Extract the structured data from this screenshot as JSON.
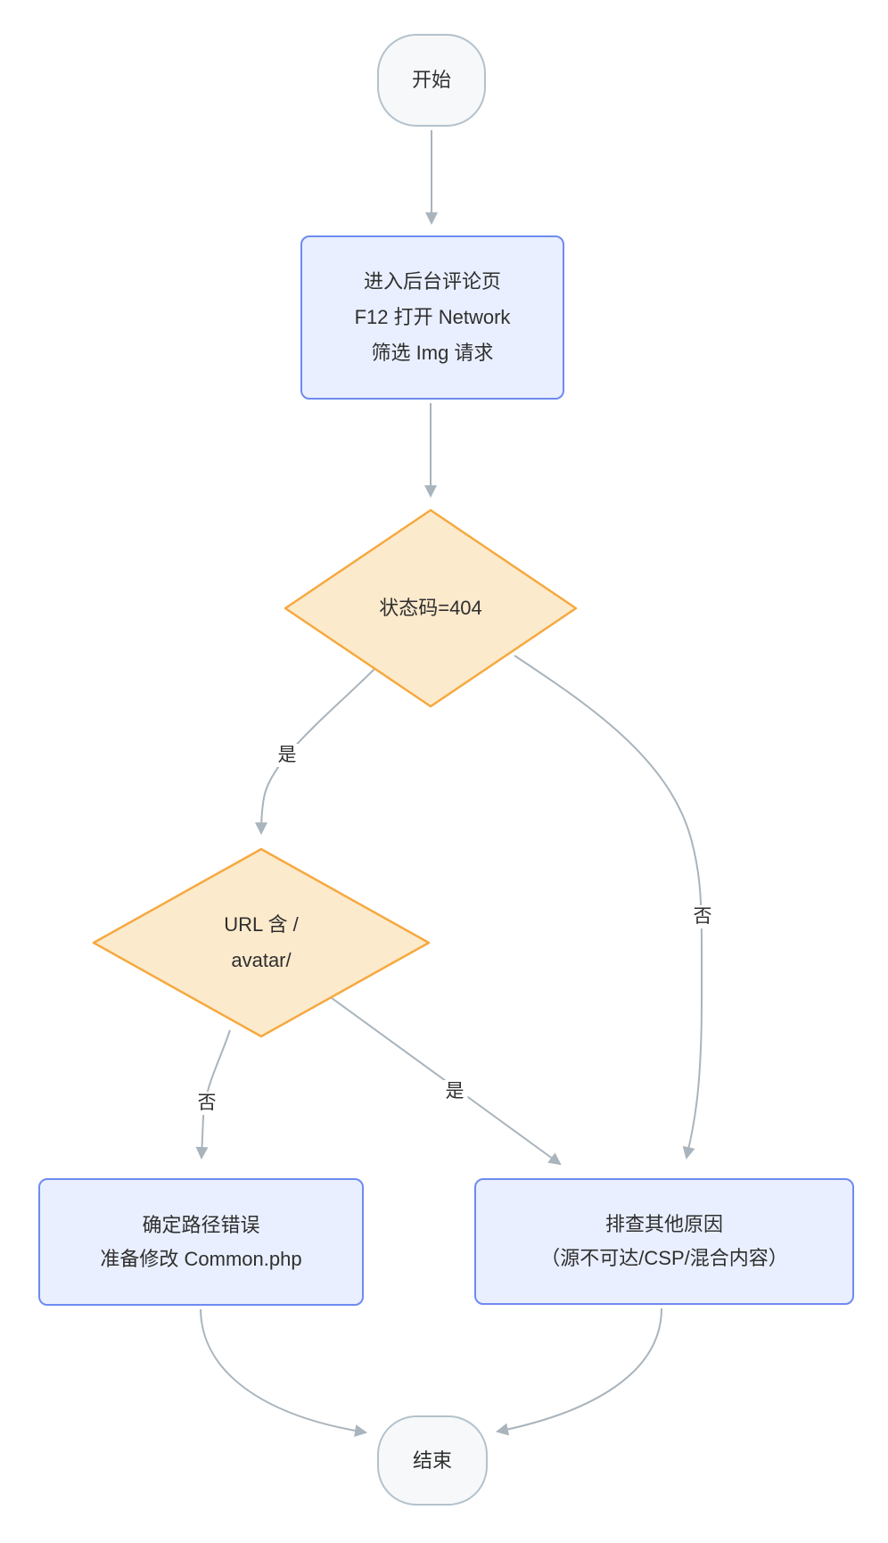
{
  "diagram": {
    "type": "flowchart",
    "direction": "top-down",
    "nodes": {
      "start": {
        "shape": "terminal",
        "label": "开始"
      },
      "step1": {
        "shape": "process",
        "label": "进入后台评论页\nF12 打开 Network\n筛选 Img 请求"
      },
      "dec1": {
        "shape": "decision",
        "label": "状态码=404"
      },
      "dec2": {
        "shape": "decision",
        "label": "URL 含 /\navatar/"
      },
      "fix": {
        "shape": "process",
        "label": "确定路径错误\n准备修改 Common.php"
      },
      "other": {
        "shape": "process",
        "label": "排查其他原因\n（源不可达/CSP/混合内容）"
      },
      "end": {
        "shape": "terminal",
        "label": "结束"
      }
    },
    "edges": [
      {
        "from": "start",
        "to": "step1",
        "label": ""
      },
      {
        "from": "step1",
        "to": "dec1",
        "label": ""
      },
      {
        "from": "dec1",
        "to": "dec2",
        "label": "是"
      },
      {
        "from": "dec1",
        "to": "other",
        "label": "否"
      },
      {
        "from": "dec2",
        "to": "fix",
        "label": "否"
      },
      {
        "from": "dec2",
        "to": "other",
        "label": "是"
      },
      {
        "from": "fix",
        "to": "end",
        "label": ""
      },
      {
        "from": "other",
        "to": "end",
        "label": ""
      }
    ],
    "edge_labels": {
      "yes1": "是",
      "no1": "否",
      "yes2": "是",
      "no2": "否"
    },
    "colors": {
      "process_fill": "#e9effe",
      "process_border": "#6e8bf0",
      "decision_fill": "#fceacc",
      "decision_border": "#f6a93f",
      "terminal_fill": "#f6f8fa",
      "terminal_border": "#b3c2cc",
      "edge": "#a9b4bc",
      "text": "#2f2f2f",
      "background": "#ffffff"
    }
  }
}
